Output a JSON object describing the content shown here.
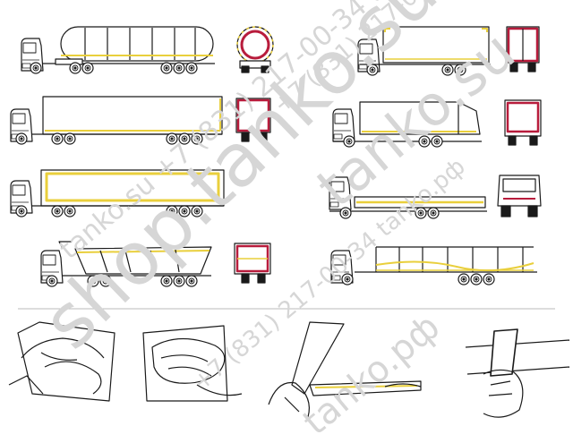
{
  "colors": {
    "line": "#1a1a1a",
    "reflective_yellow": "#e9cf3c",
    "reflective_red": "#b81c3c",
    "watermark": "#cfcfcf"
  },
  "diagrams": {
    "left_column": [
      {
        "name": "tanker-truck",
        "rear_view": "round-tank-rear"
      },
      {
        "name": "box-semitrailer",
        "rear_view": "box-rear"
      },
      {
        "name": "curtain-semitrailer",
        "rear_view": null
      },
      {
        "name": "tipper-semitrailer",
        "rear_view": "tipper-rear"
      }
    ],
    "right_column": [
      {
        "name": "box-truck",
        "rear_view": "box-rear"
      },
      {
        "name": "garbage-truck",
        "rear_view": "box-rear"
      },
      {
        "name": "flatbed-truck",
        "rear_view": "truck-front"
      },
      {
        "name": "timber-truck",
        "rear_view": null
      }
    ],
    "installation_steps": [
      {
        "name": "step-clean-surface"
      },
      {
        "name": "step-wipe-dry"
      },
      {
        "name": "step-apply-tape"
      },
      {
        "name": "step-press-tape"
      }
    ]
  },
  "watermarks": {
    "main_text": "shop.tanko.su",
    "secondary_text": "tanko.su",
    "domain_rf": "tanko.рф",
    "phone_text": "+7 (831) 217-00-34",
    "small_left": "tanko.su +7 (831) 217-00-34 tanko.рф",
    "small_mid": "+7 (831) 217-00-34 tanko.рф"
  }
}
